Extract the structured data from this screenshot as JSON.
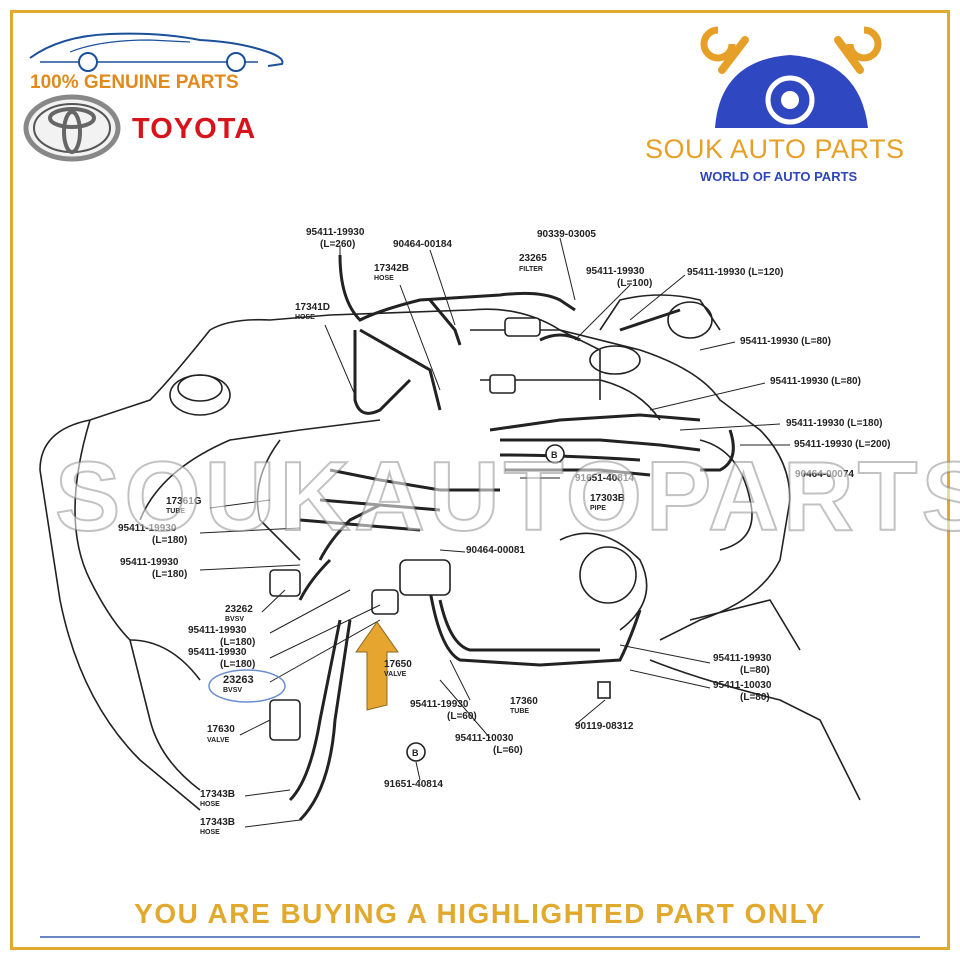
{
  "branding": {
    "genuine": "100% GENUINE PARTS",
    "toyota": "TOYOTA",
    "shop_name": "SOUK AUTO PARTS",
    "shop_tagline": "WORLD OF AUTO PARTS",
    "watermark": "SOUKAUTOPARTS",
    "frame_color": "#E1A92D",
    "toyota_red": "#D7141C",
    "souk_blue": "#2E46B8"
  },
  "footer": {
    "notice": "YOU ARE BUYING A HIGHLIGHTED PART ONLY"
  },
  "highlight": {
    "part": "23263",
    "arrow_color": "#E6A52E"
  },
  "labels": {
    "p95411_19930_260": "95411-19930",
    "l260": "(L=260)",
    "p90464_00184": "90464-00184",
    "p90339_03005": "90339-03005",
    "p23265": "23265",
    "filter": "FILTER",
    "p17342b": "17342B",
    "hose": "HOSE",
    "p95411_19930_100": "95411-19930",
    "l100": "(L=100)",
    "p95411_19930_120": "95411-19930 (L=120)",
    "p17341d": "17341D",
    "p95411_19930_80a": "95411-19930 (L=80)",
    "p95411_19930_80b": "95411-19930 (L=80)",
    "p95411_19930_180a": "95411-19930 (L=180)",
    "p95411_19930_200": "95411-19930 (L=200)",
    "p91651_40814a": "91651-40814",
    "p90464_00074": "90464-00074",
    "p17303b": "17303B",
    "pipe": "PIPE",
    "p17361g": "17361G",
    "tube": "TUBE",
    "p95411_19930_180b": "95411-19930",
    "l180b": "(L=180)",
    "p95411_19930_180c": "95411-19930",
    "l180c": "(L=180)",
    "p90464_00081": "90464-00081",
    "p23262": "23262",
    "bvsv": "BVSV",
    "p95411_19930_180d": "95411-19930",
    "l180d": "(L=180)",
    "p95411_19930_180e": "95411-19930",
    "l180e": "(L=180)",
    "p23263": "23263",
    "bvsv2": "BVSV",
    "p17650": "17650",
    "valve": "VALVE",
    "p17630": "17630",
    "valve2": "VALVE",
    "p95411_19930_80c": "95411-19930",
    "l80c": "(L=80)",
    "p95411_10030_80": "95411-10030",
    "l80d": "(L=80)",
    "p95411_19930_60": "95411-19930",
    "l60a": "(L=60)",
    "p17360": "17360",
    "tube2": "TUBE",
    "p90119_08312": "90119-08312",
    "p95411_10030_60": "95411-10030",
    "l60b": "(L=60)",
    "p91651_40814b": "91651-40814",
    "p17343b_a": "17343B",
    "hose_a": "HOSE",
    "p17343b_b": "17343B",
    "hose_b": "HOSE",
    "b_marker": "B"
  }
}
